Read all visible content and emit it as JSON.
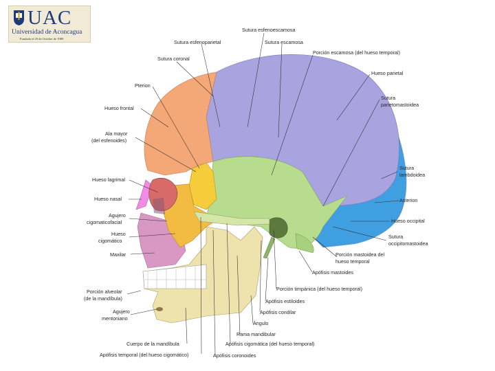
{
  "logo": {
    "name": "UAC",
    "university": "Universidad de Aconcagua",
    "founded": "Fundada el 29 de Octubre de 1989"
  },
  "labels": {
    "sutura_esfenoescamosa": "Sutura esfenoescamosa",
    "sutura_esfenoparietal": "Sutura esfenoparietal",
    "sutura_escamosa": "Sutura escamosa",
    "porcion_escamosa": "Porción escamosa (del hueso temporal)",
    "sutura_coronal": "Sutura coronal",
    "hueso_parietal": "Hueso parietal",
    "pterion": "Pterion",
    "sutura_parietomastoidea_1": "Sutura",
    "sutura_parietomastoidea_2": "parietomastoidea",
    "hueso_frontal": "Hueso frontal",
    "ala_mayor_1": "Ala mayor",
    "ala_mayor_2": "(del esfenoides)",
    "sutura_lambdoidea_1": "Sutura",
    "sutura_lambdoidea_2": "lambdoidea",
    "hueso_lagrimal": "Hueso lagrimal",
    "asterion": "Asterion",
    "hueso_nasal": "Hueso nasal",
    "hueso_occipital": "Hueso occipital",
    "agujero_cigomaticofacial_1": "Agujero",
    "agujero_cigomaticofacial_2": "cigomaticofacial",
    "hueso_cigomatico_1": "Hueso",
    "hueso_cigomatico_2": "cigomático",
    "sutura_occipitomastoidea_1": "Sutura",
    "sutura_occipitomastoidea_2": "occipitomastoidea",
    "maxilar": "Maxilar",
    "porcion_mastoidea_1": "Porción mastoidea del",
    "porcion_mastoidea_2": "hueso temporal",
    "apofisis_mastoides": "Apófisis mastoides",
    "porcion_timpanica": "Porción timpánica (del hueso temporal)",
    "porcion_alveolar_1": "Porción alveolar",
    "porcion_alveolar_2": "(de la mandíbula)",
    "apofisis_estiloides": "Apófisis estiloides",
    "apofisis_condilar": "Apófisis condilar",
    "agujero_mentoniano_1": "Agujero",
    "agujero_mentoniano_2": "mentoniano",
    "angulo": "Ángulo",
    "rama_mandibular": "Rama mandibular",
    "cuerpo_mandibula": "Cuerpo de la mandíbula",
    "apofisis_cigomatica": "Apófisis cigomática (del hueso temporal)",
    "apofisis_temporal": "Apófisis temporal (del hueso cigomático)",
    "apofisis_coronoides": "Apófisis coronoides"
  },
  "colors": {
    "parietal": "#a9a3e0",
    "frontal": "#f4a878",
    "temporal": "#b7dc8e",
    "occipital": "#3f9fe0",
    "zygomatic": "#f2bb42",
    "sphenoid": "#f5cc3a",
    "nasal": "#f08ce6",
    "maxilla": "#d998c4",
    "mandible": "#eee2ad"
  }
}
